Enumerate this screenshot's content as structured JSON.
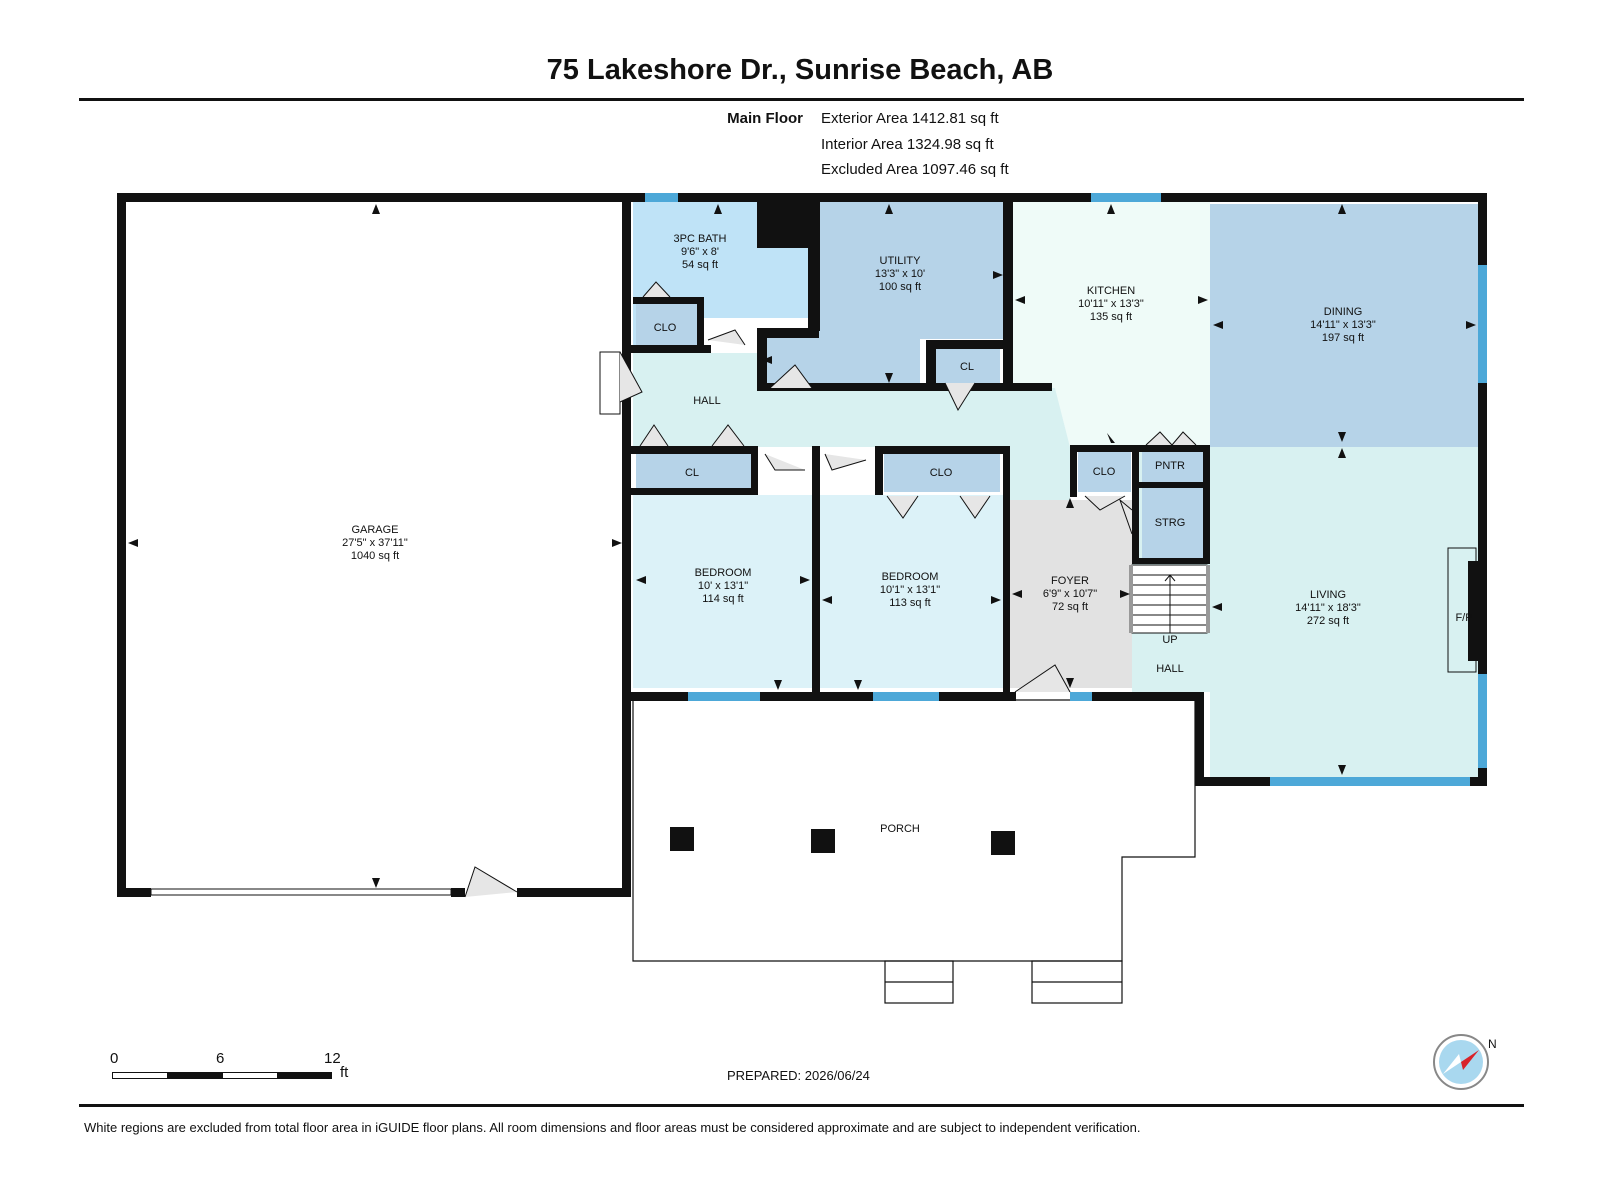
{
  "title": "75 Lakeshore Dr., Sunrise Beach, AB",
  "floor": "Main Floor",
  "areas": [
    "Exterior Area 1412.81 sq ft",
    "Interior Area 1324.98 sq ft",
    "Excluded Area 1097.46 sq ft"
  ],
  "rooms": {
    "garage": [
      "GARAGE",
      "27'5\" x 37'11\"",
      "1040 sq ft"
    ],
    "bath": [
      "3PC BATH",
      "9'6\" x 8'",
      "54 sq ft"
    ],
    "utility": [
      "UTILITY",
      "13'3\" x 10'",
      "100 sq ft"
    ],
    "kitchen": [
      "KITCHEN",
      "10'11\" x 13'3\"",
      "135 sq ft"
    ],
    "dining": [
      "DINING",
      "14'11\" x 13'3\"",
      "197 sq ft"
    ],
    "bedroom1": [
      "BEDROOM",
      "10' x 13'1\"",
      "114 sq ft"
    ],
    "bedroom2": [
      "BEDROOM",
      "10'1\" x 13'1\"",
      "113 sq ft"
    ],
    "foyer": [
      "FOYER",
      "6'9\" x 10'7\"",
      "72 sq ft"
    ],
    "living": [
      "LIVING",
      "14'11\" x 18'3\"",
      "272 sq ft"
    ]
  },
  "labels": {
    "hall_upper": "HALL",
    "hall_lower": "HALL",
    "clo_bath": "CLO",
    "cl_utility": "CL",
    "cl_hall": "CL",
    "clo_bed2": "CLO",
    "clo_foyer": "CLO",
    "pntr": "PNTR",
    "strg": "STRG",
    "up": "UP",
    "fp": "F/P",
    "porch": "PORCH"
  },
  "scale": {
    "ticks": [
      "0",
      "6",
      "12"
    ],
    "unit": "ft"
  },
  "prepared": "PREPARED: 2026/06/24",
  "disclaimer": "White regions are excluded from total floor area in iGUIDE floor plans. All room dimensions and floor areas must be considered approximate and are subject to independent verification.",
  "compass_label": "N",
  "colors": {
    "wall": "#111111",
    "bath": "#bfe3f7",
    "utility": "#b6d3e8",
    "kitchen": "#effbf8",
    "dining": "#b6d3e8",
    "hall": "#d8f1f1",
    "bedroom": "#dcf2f8",
    "closet": "#b6d3e8",
    "foyer": "#e2e2e2",
    "living": "#d8f1f1",
    "window": "#4da8d8"
  }
}
